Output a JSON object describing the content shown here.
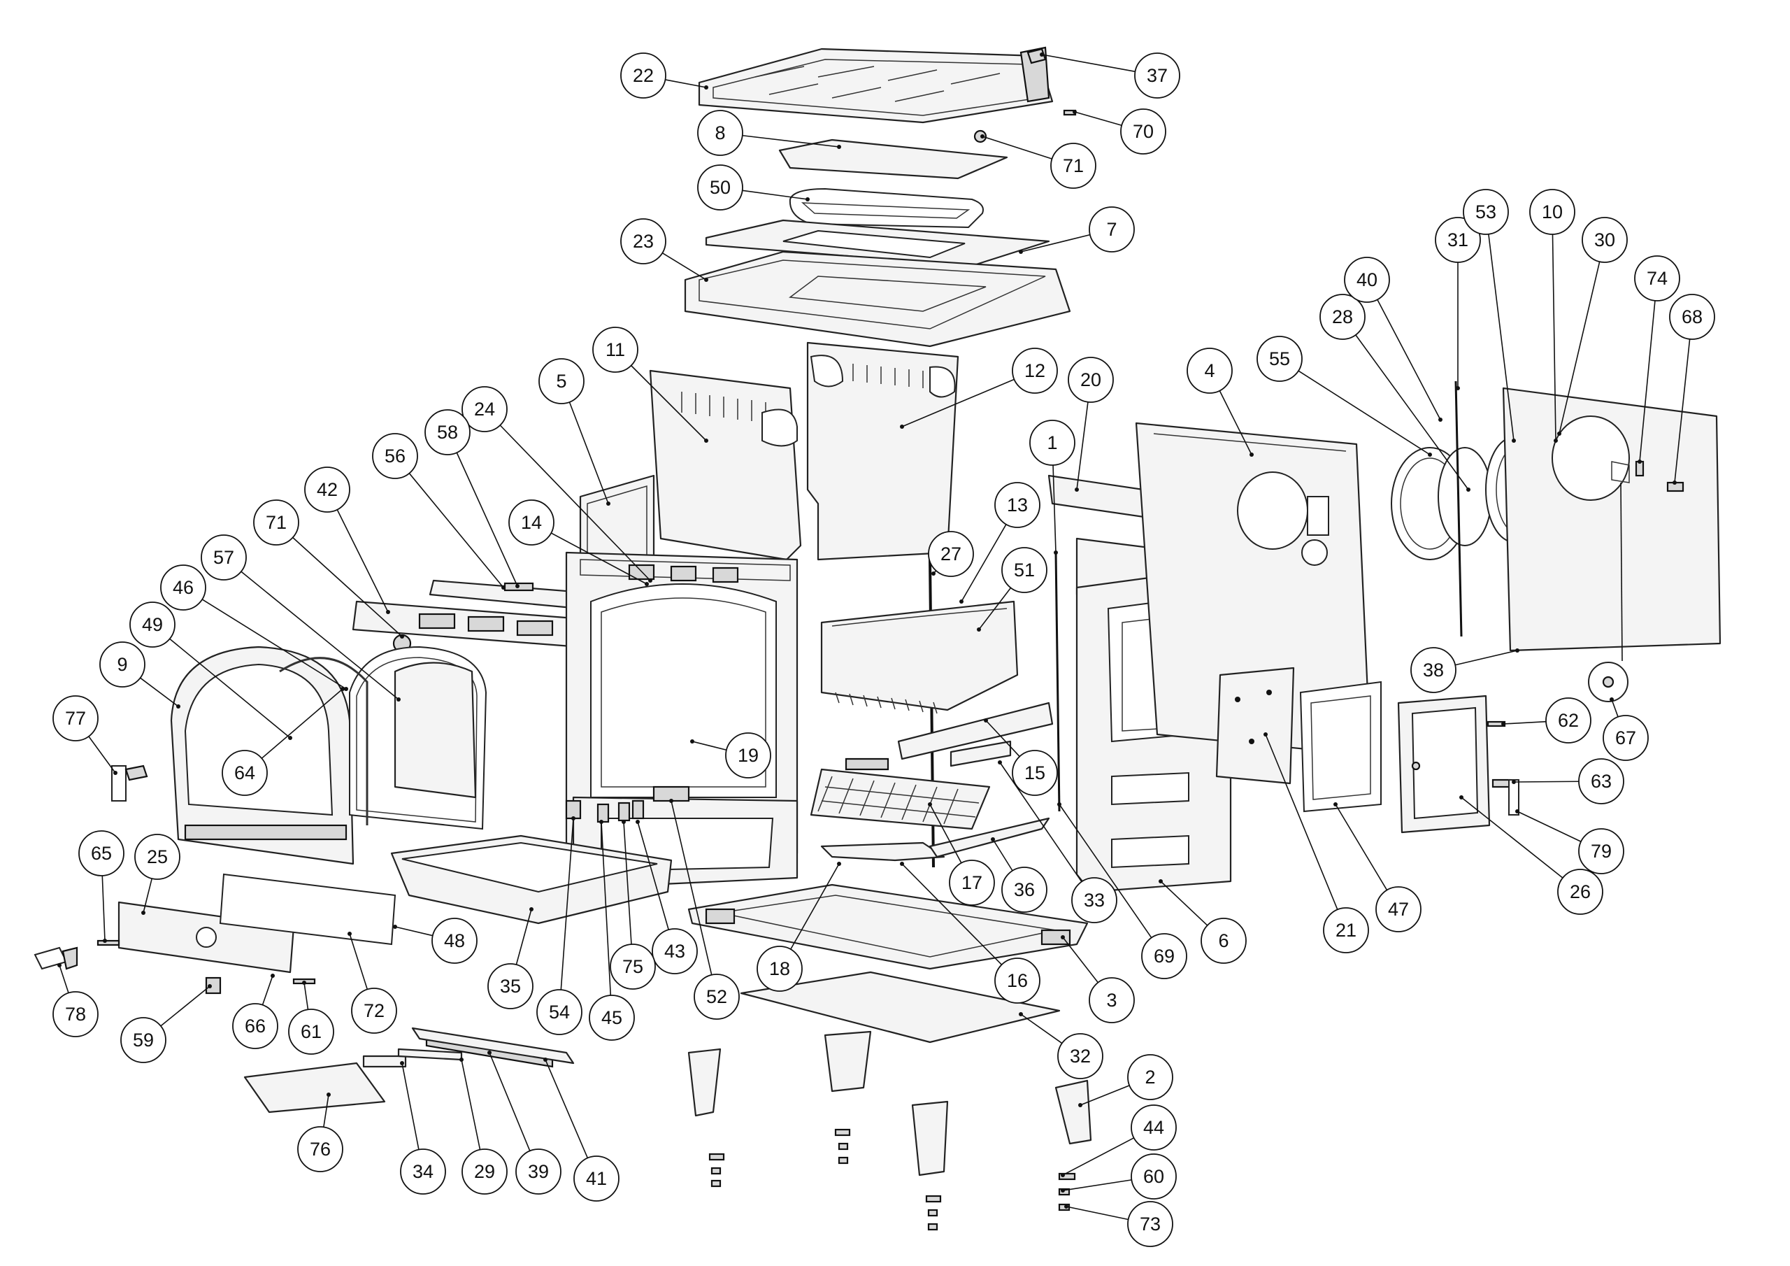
{
  "diagram": {
    "type": "exploded-parts-diagram",
    "callouts": [
      {
        "label": "1"
      },
      {
        "label": "2"
      },
      {
        "label": "3"
      },
      {
        "label": "4"
      },
      {
        "label": "5"
      },
      {
        "label": "6"
      },
      {
        "label": "7"
      },
      {
        "label": "8"
      },
      {
        "label": "9"
      },
      {
        "label": "10"
      },
      {
        "label": "11"
      },
      {
        "label": "12"
      },
      {
        "label": "13"
      },
      {
        "label": "14"
      },
      {
        "label": "15"
      },
      {
        "label": "16"
      },
      {
        "label": "17"
      },
      {
        "label": "18"
      },
      {
        "label": "19"
      },
      {
        "label": "20"
      },
      {
        "label": "21"
      },
      {
        "label": "22"
      },
      {
        "label": "23"
      },
      {
        "label": "24"
      },
      {
        "label": "25"
      },
      {
        "label": "26"
      },
      {
        "label": "27"
      },
      {
        "label": "28"
      },
      {
        "label": "29"
      },
      {
        "label": "30"
      },
      {
        "label": "31"
      },
      {
        "label": "32"
      },
      {
        "label": "33"
      },
      {
        "label": "34"
      },
      {
        "label": "35"
      },
      {
        "label": "36"
      },
      {
        "label": "37"
      },
      {
        "label": "38"
      },
      {
        "label": "39"
      },
      {
        "label": "40"
      },
      {
        "label": "41"
      },
      {
        "label": "42"
      },
      {
        "label": "43"
      },
      {
        "label": "44"
      },
      {
        "label": "45"
      },
      {
        "label": "46"
      },
      {
        "label": "47"
      },
      {
        "label": "48"
      },
      {
        "label": "49"
      },
      {
        "label": "50"
      },
      {
        "label": "51"
      },
      {
        "label": "52"
      },
      {
        "label": "53"
      },
      {
        "label": "54"
      },
      {
        "label": "55"
      },
      {
        "label": "56"
      },
      {
        "label": "57"
      },
      {
        "label": "58"
      },
      {
        "label": "59"
      },
      {
        "label": "60"
      },
      {
        "label": "61"
      },
      {
        "label": "62"
      },
      {
        "label": "63"
      },
      {
        "label": "64"
      },
      {
        "label": "65"
      },
      {
        "label": "66"
      },
      {
        "label": "67"
      },
      {
        "label": "68"
      },
      {
        "label": "69"
      },
      {
        "label": "70"
      },
      {
        "label": "71"
      },
      {
        "label": "71"
      },
      {
        "label": "72"
      },
      {
        "label": "73"
      },
      {
        "label": "74"
      },
      {
        "label": "75"
      },
      {
        "label": "76"
      },
      {
        "label": "77"
      },
      {
        "label": "78"
      },
      {
        "label": "79"
      }
    ]
  }
}
